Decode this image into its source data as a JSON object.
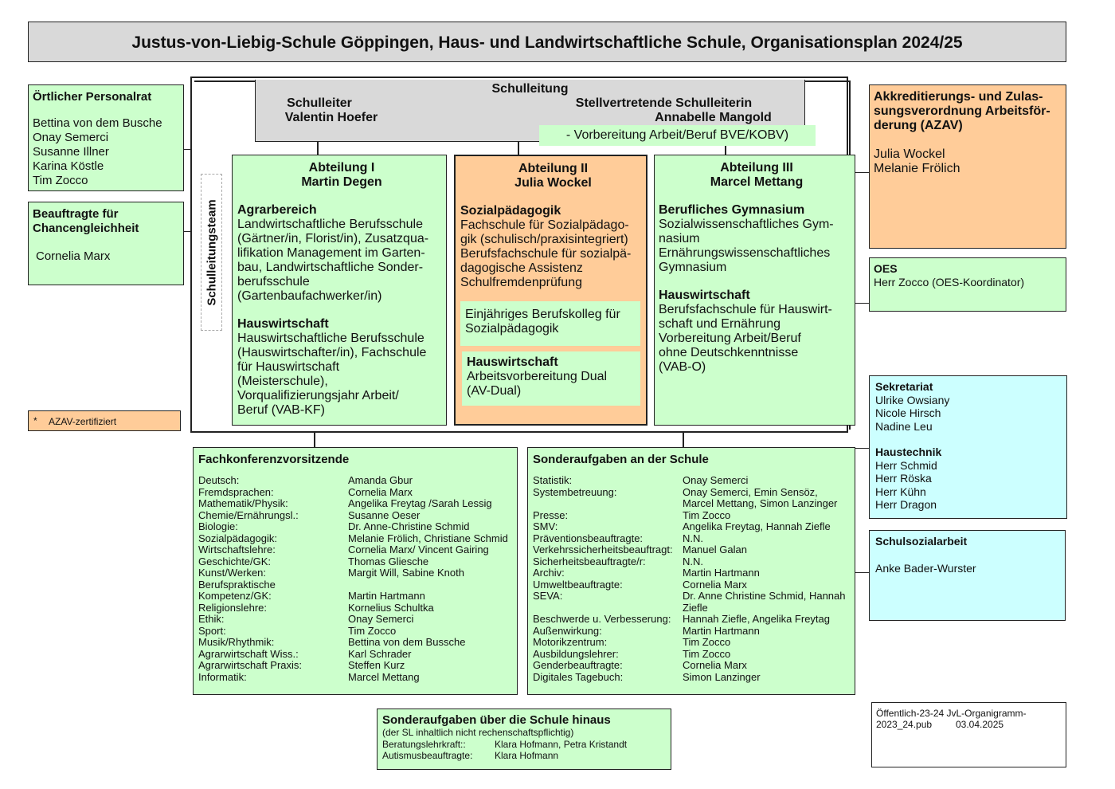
{
  "title": "Justus-von-Liebig-Schule Göppingen, Haus- und Landwirtschaftliche Schule, Organisationsplan 2024/25",
  "personalrat": {
    "heading": "Örtlicher Personalrat",
    "members": [
      "Bettina von dem Busche",
      "Onay Semerci",
      "Susanne Illner",
      "Karina Köstle",
      "Tim Zocco"
    ]
  },
  "chancen": {
    "heading_line1": "Beauftragte für",
    "heading_line2": "Chancengleichheit",
    "name": "Cornelia Marx"
  },
  "azav_note": {
    "star": "*",
    "text": "AZAV-zertifiziert"
  },
  "schulleitungsteam": "Schulleitungsteam",
  "schulleitung": {
    "heading": "Schulleitung",
    "leiter_title": "Schulleiter",
    "leiter_name": "Valentin Hoefer",
    "stellv_title": "Stellvertretende Schulleiterin",
    "stellv_name": "Annabelle Mangold",
    "bve": "- Vorbereitung Arbeit/Beruf BVE/KOBV)"
  },
  "abt1": {
    "title": "Abteilung I",
    "head": "Martin Degen",
    "sec1_title": "Agrarbereich",
    "sec1_lines": [
      "Landwirtschaftliche Berufsschule",
      "(Gärtner/in, Florist/in), Zusatzqua-",
      "lifikation Management im Garten-",
      "bau, Landwirtschaftliche Sonder-",
      "berufsschule",
      "(Gartenbaufachwerker/in)"
    ],
    "sec2_title": "Hauswirtschaft",
    "sec2_lines": [
      "Hauswirtschaftliche Berufsschule",
      "(Hauswirtschafter/in), Fachschule",
      "für Hauswirtschaft",
      "(Meisterschule),",
      "Vorqualifizierungsjahr Arbeit/",
      "Beruf (VAB-KF)"
    ]
  },
  "abt2": {
    "title": "Abteilung II",
    "head": "Julia Wockel",
    "sec1_title": "Sozialpädagogik",
    "sec1_lines": [
      "Fachschule für Sozialpädago-",
      "gik (schulisch/praxisintegriert)",
      "Berufsfachschule für sozialpä-",
      "dagogische Assistenz",
      "Schulfremdenprüfung"
    ],
    "kolleg_lines": [
      "Einjähriges Berufskolleg für",
      "Sozialpädagogik"
    ],
    "hw_title": "Hauswirtschaft",
    "hw_lines": [
      "Arbeitsvorbereitung Dual",
      "(AV-Dual)"
    ]
  },
  "abt3": {
    "title": "Abteilung III",
    "head": "Marcel Mettang",
    "sec1_title": "Berufliches Gymnasium",
    "sec1_lines": [
      "Sozialwissenschaftliches Gym-",
      "nasium",
      "Ernährungswissenschaftliches",
      "Gymnasium"
    ],
    "sec2_title": "Hauswirtschaft",
    "sec2_lines": [
      "Berufsfachschule für Hauswirt-",
      "schaft und Ernährung",
      "Vorbereitung Arbeit/Beruf",
      "ohne Deutschkenntnisse",
      "(VAB-O)"
    ]
  },
  "azav": {
    "heading_lines": [
      "Akkreditierungs- und Zulas-",
      "sungsverordnung Arbeitsför-",
      "derung (AZAV)"
    ],
    "names": [
      "Julia Wockel",
      "Melanie Frölich"
    ]
  },
  "oes": {
    "heading": "OES",
    "text": "Herr Zocco (OES-Koordinator)"
  },
  "sekretariat": {
    "heading": "Sekretariat",
    "names": [
      "Ulrike Owsiany",
      "Nicole Hirsch",
      "Nadine Leu"
    ],
    "haustechnik_heading": "Haustechnik",
    "haustechnik": [
      "Herr Schmid",
      "Herr Röska",
      "Herr Kühn",
      "Herr Dragon"
    ]
  },
  "schulsozial": {
    "heading": "Schulsozialarbeit",
    "name": "Anke Bader-Wurster"
  },
  "fachkonferenz": {
    "heading": "Fachkonferenzvorsitzende",
    "rows": [
      [
        "Deutsch:",
        "Amanda Gbur"
      ],
      [
        "Fremdsprachen:",
        "Cornelia Marx"
      ],
      [
        "Mathematik/Physik:",
        "Angelika Freytag /Sarah Lessig"
      ],
      [
        "Chemie/Ernährungsl.:",
        "Susanne Oeser"
      ],
      [
        "Biologie:",
        "Dr. Anne-Christine Schmid"
      ],
      [
        "Sozialpädagogik:",
        "Melanie Frölich, Christiane Schmid"
      ],
      [
        "Wirtschaftslehre:",
        "Cornelia Marx/ Vincent Gairing"
      ],
      [
        "Geschichte/GK:",
        "Thomas Gliesche"
      ],
      [
        "Kunst/Werken:",
        "Margit Will, Sabine Knoth"
      ],
      [
        "Berufspraktische",
        ""
      ],
      [
        "Kompetenz/GK:",
        "Martin Hartmann"
      ],
      [
        "Religionslehre:",
        "Kornelius Schultka"
      ],
      [
        "Ethik:",
        "Onay Semerci"
      ],
      [
        "Sport:",
        "Tim Zocco"
      ],
      [
        "Musik/Rhythmik:",
        "Bettina von dem Bussche"
      ],
      [
        "Agrarwirtschaft Wiss.:",
        "Karl Schrader"
      ],
      [
        "Agrarwirtschaft Praxis:",
        "Steffen Kurz"
      ],
      [
        "Informatik:",
        "Marcel Mettang"
      ]
    ]
  },
  "sonder": {
    "heading": "Sonderaufgaben an der Schule",
    "rows": [
      [
        "Statistik:",
        "Onay Semerci"
      ],
      [
        "Systembetreuung:",
        "Onay Semerci, Emin Sensöz,"
      ],
      [
        "",
        "Marcel Mettang, Simon Lanzinger"
      ],
      [
        "Presse:",
        "Tim Zocco"
      ],
      [
        "SMV:",
        "Angelika Freytag, Hannah Ziefle"
      ],
      [
        "Präventionsbeauftragte:",
        "N.N."
      ],
      [
        "Verkehrssicherheitsbeauftragt:",
        "Manuel Galan"
      ],
      [
        "Sicherheitsbeauftragte/r:",
        "N.N."
      ],
      [
        "Archiv:",
        "Martin Hartmann"
      ],
      [
        "Umweltbeauftragte:",
        "Cornelia Marx"
      ],
      [
        "SEVA:",
        "Dr. Anne Christine Schmid, Hannah"
      ],
      [
        "",
        "Ziefle"
      ],
      [
        "Beschwerde u. Verbesserung:",
        "Hannah Ziefle, Angelika Freytag"
      ],
      [
        "Außenwirkung:",
        "Martin Hartmann"
      ],
      [
        "Motorikzentrum:",
        "Tim Zocco"
      ],
      [
        "Ausbildungslehrer:",
        "Tim Zocco"
      ],
      [
        "Genderbeauftragte:",
        "Cornelia Marx"
      ],
      [
        "Digitales Tagebuch:",
        "Simon Lanzinger"
      ]
    ]
  },
  "sonder_extern": {
    "heading": "Sonderaufgaben über die Schule hinaus",
    "subheading": "(der SL inhaltlich nicht rechenschaftspflichtig)",
    "rows": [
      [
        "Beratungslehrkraft::",
        "Klara Hofmann, Petra Kristandt"
      ],
      [
        "Autismusbeauftragte:",
        "Klara Hofmann"
      ]
    ]
  },
  "footer": {
    "line1": "Öffentlich-23-24 JvL-Organigramm-",
    "line2_a": "2023_24.pub",
    "line2_b": "03.04.2025"
  }
}
